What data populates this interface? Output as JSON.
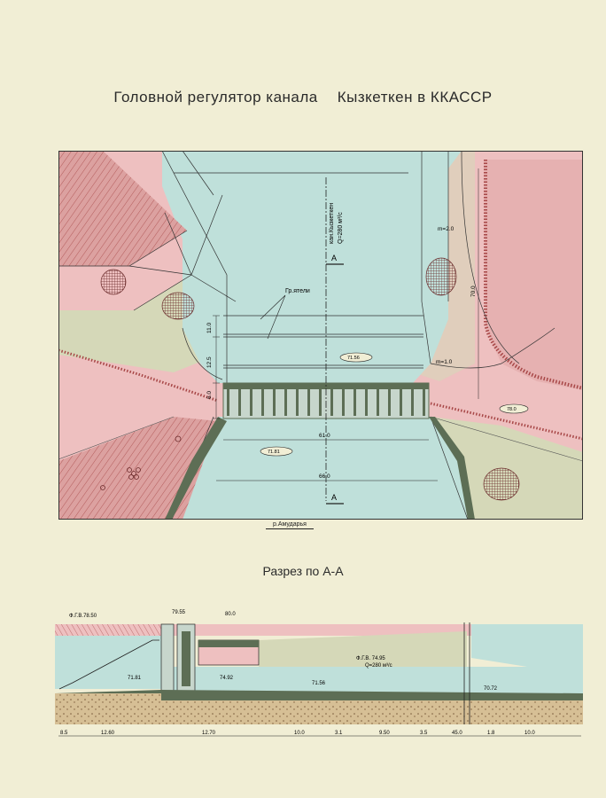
{
  "header": {
    "title_part1": "Головной регулятор канала",
    "title_part2": "Кызкеткен в ККАССР"
  },
  "plan": {
    "canal_label": "кан.Кызкеткен",
    "discharge_label": "Q=280 м³/с",
    "section_mark": "А",
    "gratings_label": "Гр.ятели",
    "slope_label": "m=2.0",
    "slope_label_2": "m=1.0",
    "dim_11": "11.0",
    "dim_12_5": "12.5",
    "dim_6": "6.0",
    "dim_70": "70.0",
    "dim_61": "61.0",
    "dim_66": "66.0",
    "elev_71_56": "71.56",
    "elev_71_81": "71.81",
    "elev_78": "78.0",
    "river_label": "р.Амударья"
  },
  "section": {
    "title": "Разрез по А-А",
    "fgv_left": "Ф.Г.В.78.50",
    "el_79_55": "79.55",
    "el_80": "80.0",
    "fgv_right": "Ф.Г.В. 74.95",
    "q_right": "Q=280 м³/с",
    "el_71_81": "71.81",
    "el_74_92": "74.92",
    "el_71_56": "71.56",
    "el_70_72": "70.72",
    "dims": [
      "8.5",
      "12.60",
      "12.70",
      "10.0",
      "3.1",
      "9.50",
      "3.5",
      "45.0",
      "1.8",
      "10.0"
    ]
  },
  "colors": {
    "paper": "#f1eed5",
    "water": "#bfe0da",
    "embankment": "#eec0c0",
    "slope": "#dca1a0",
    "ground": "#d5d8b8",
    "structure": "#5d6e55",
    "hatch": "#b34b4b"
  }
}
